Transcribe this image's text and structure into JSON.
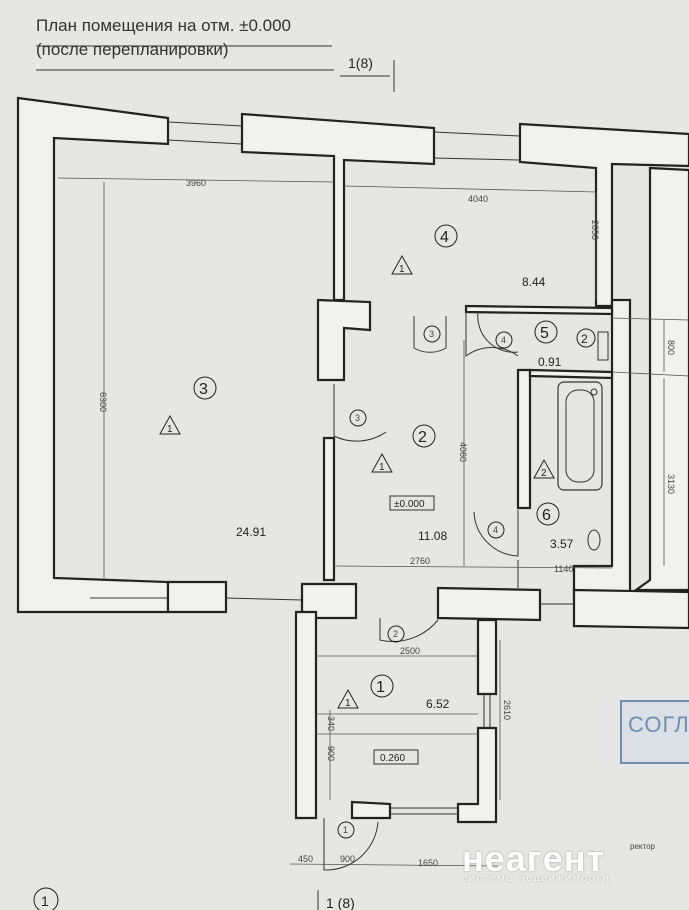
{
  "header": {
    "title": "План помещения на отм. ±0.000",
    "subtitle": "(после перепланировки)",
    "section_top": "1(8)",
    "section_bottom": "1 (8)",
    "axis_label": "1"
  },
  "rooms": [
    {
      "num": "3",
      "area": "24.91"
    },
    {
      "num": "4",
      "area": "8.44"
    },
    {
      "num": "2",
      "area": "11.08"
    },
    {
      "num": "5",
      "area": "0.91"
    },
    {
      "num": "6",
      "area": "3.57"
    },
    {
      "num": "1",
      "area": "6.52"
    }
  ],
  "levels": {
    "main": "±0.000",
    "entrance": "0.260"
  },
  "dimensions": {
    "d3960": "3960",
    "d4040": "4040",
    "d6300": "6300",
    "d2050": "2050",
    "d4060": "4060",
    "d800": "800",
    "d3130": "3130",
    "d2760": "2760",
    "d1140": "1140",
    "d2500": "2500",
    "d2610": "2610",
    "d340": "340",
    "d900v": "900",
    "d450": "450",
    "d900": "900",
    "d1650": "1650"
  },
  "markers": {
    "m1": "1",
    "m2": "2"
  },
  "doors": {
    "d3": "3",
    "d4": "4",
    "d2": "2",
    "d1": "1"
  },
  "stamp": {
    "text": "СОГЛ",
    "director": "ректор"
  },
  "logo": {
    "name": "неагент",
    "tagline": "система недвижимости"
  }
}
